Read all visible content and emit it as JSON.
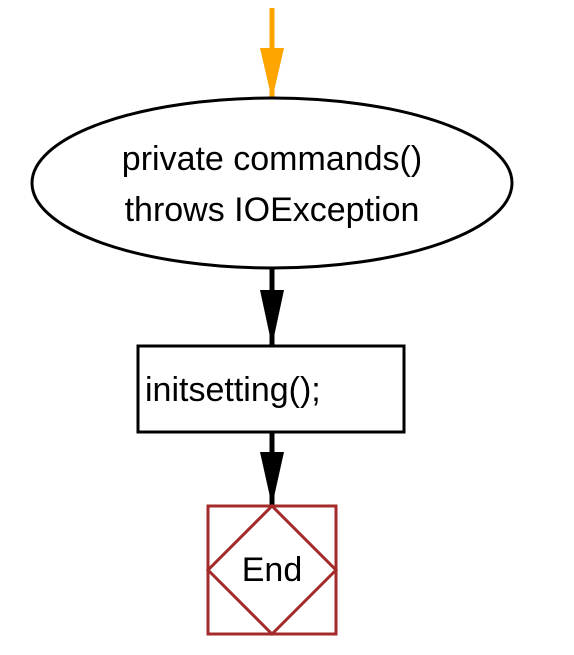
{
  "diagram": {
    "type": "flowchart",
    "nodes": {
      "start": {
        "shape": "ellipse",
        "line1": "private commands()",
        "line2": "throws IOException"
      },
      "process": {
        "shape": "rectangle",
        "label": "initsetting();"
      },
      "end": {
        "shape": "square-with-diamond",
        "label": "End"
      }
    },
    "edges": [
      {
        "from": "entry",
        "to": "start"
      },
      {
        "from": "start",
        "to": "process"
      },
      {
        "from": "process",
        "to": "end"
      }
    ],
    "colors": {
      "entry_arrow": "#FFA500",
      "arrow": "#000000",
      "outline": "#000000",
      "end_outline": "#A52A2A",
      "background": "#FFFFFF"
    }
  }
}
